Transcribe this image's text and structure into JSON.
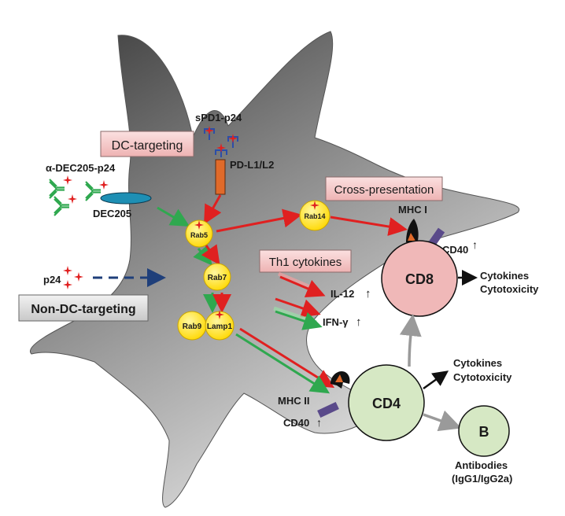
{
  "labels": {
    "spd1_p24": "sPD1-p24",
    "pd_l1_l2": "PD-L1/L2",
    "dc_targeting": "DC-targeting",
    "alpha_dec205_p24": "α-DEC205-p24",
    "dec205": "DEC205",
    "p24": "p24",
    "non_dc_targeting": "Non-DC-targeting",
    "cross_presentation": "Cross-presentation",
    "mhc_i": "MHC I",
    "cd40_top": "CD40",
    "th1_cytokines": "Th1 cytokines",
    "il12": "IL-12",
    "ifng": "IFN-γ",
    "mhc_ii": "MHC II",
    "cd40_bottom": "CD40",
    "cd8_cytokines": "Cytokines",
    "cd8_cytotoxicity": "Cytotoxicity",
    "cd4_cytokines": "Cytokines",
    "cd4_cytotoxicity": "Cytotoxicity",
    "antibodies": "Antibodies",
    "igg": "(IgG1/IgG2a)",
    "up_arrow": "↑"
  },
  "vesicles": {
    "rab5": "Rab5",
    "rab7": "Rab7",
    "rab9": "Rab9",
    "lamp1": "Lamp1",
    "rab14": "Rab14"
  },
  "cells": {
    "cd8": "CD8",
    "cd4": "CD4",
    "b": "B"
  },
  "colors": {
    "red_arrow": "#e02020",
    "green_arrow": "#2fa84f",
    "blue_dashed": "#1f3f7a",
    "gray_arrow": "#9a9a9a",
    "vesicle_fill": "#ffe100",
    "cd8_fill": "#f0b8b8",
    "cd4_fill": "#d6e8c4",
    "box_pink": "#f4c7c7",
    "box_gray": "#d9d9d9",
    "receptor_orange": "#e06a2a",
    "dec205_teal": "#1e8fb4",
    "cd40_purple": "#5a4a8a"
  },
  "icons": [
    "antibody-icon",
    "p24-star-icon",
    "mhc-molecule-icon",
    "cd40-receptor-icon"
  ]
}
